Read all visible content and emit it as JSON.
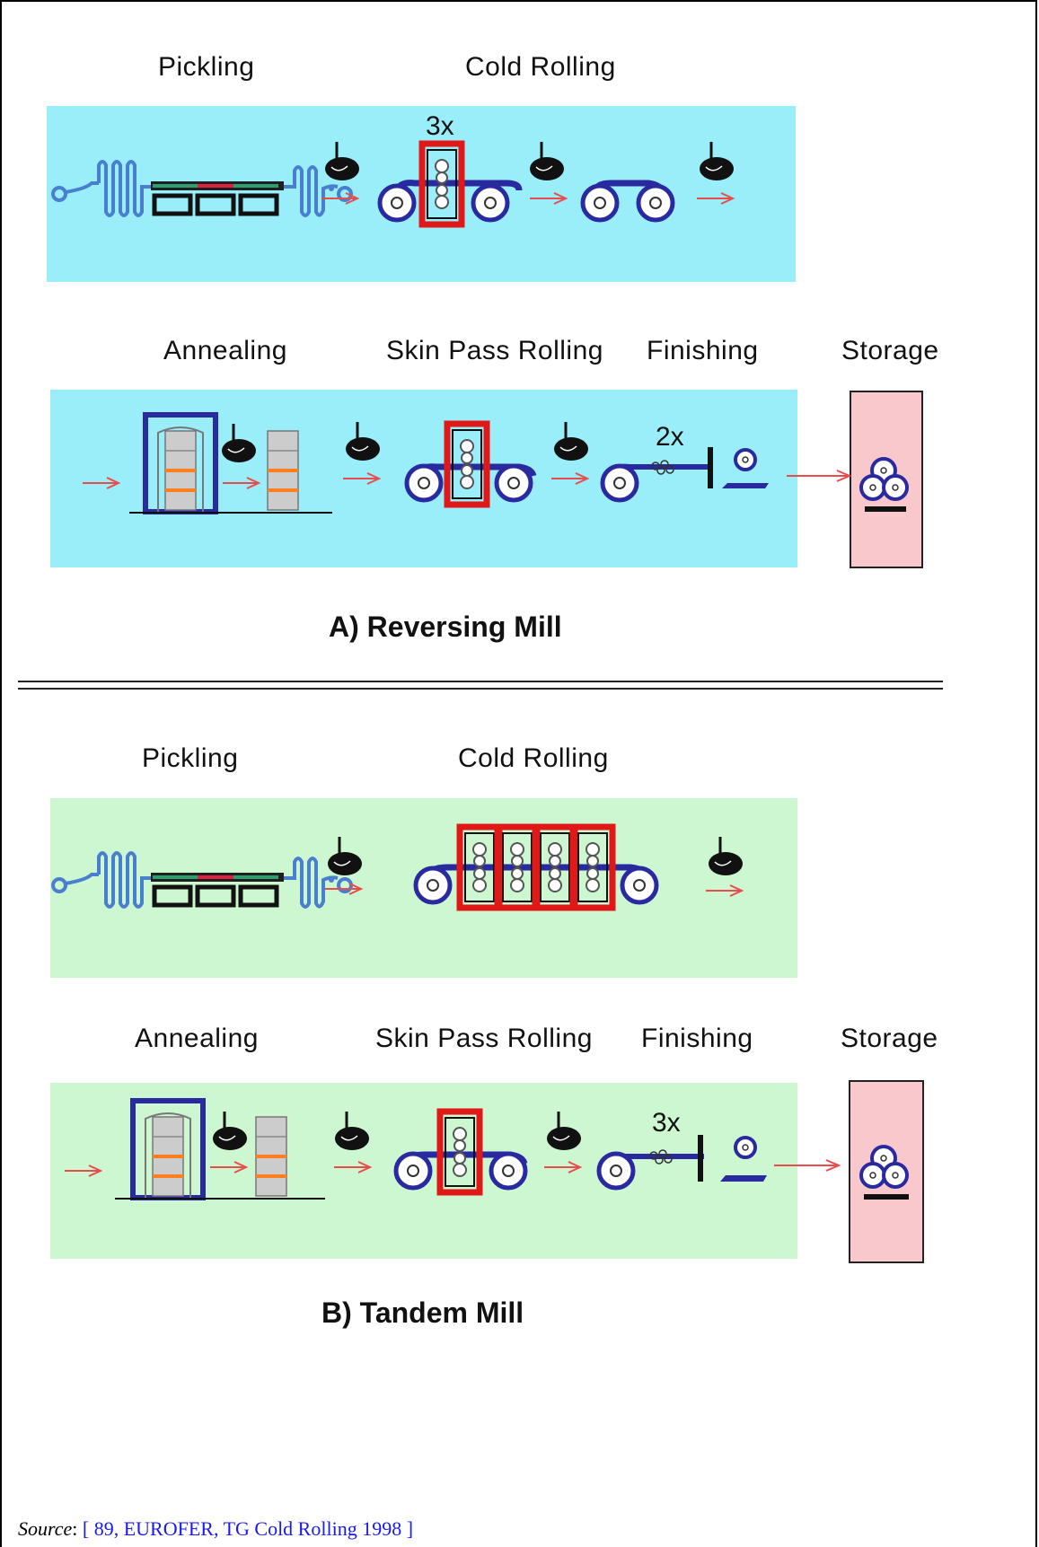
{
  "section_a": {
    "labels": {
      "pickling": "Pickling",
      "cold_rolling": "Cold Rolling",
      "annealing": "Annealing",
      "skin_pass": "Skin Pass Rolling",
      "finishing": "Finishing",
      "storage": "Storage"
    },
    "cold_rolling_passes": "3x",
    "finishing_passes": "2x",
    "caption": "A)  Reversing Mill",
    "panel_color": "#99eefa"
  },
  "section_b": {
    "labels": {
      "pickling": "Pickling",
      "cold_rolling": "Cold Rolling",
      "annealing": "Annealing",
      "skin_pass": "Skin Pass Rolling",
      "finishing": "Finishing",
      "storage": "Storage"
    },
    "finishing_passes": "3x",
    "caption": "B)  Tandem Mill",
    "panel_color": "#ccf7d0"
  },
  "colors": {
    "storage": "#f8c8cc",
    "equipment_blue": "#2a2aa0",
    "pickling_blue": "#4a7fd0",
    "stand_red": "#e01818",
    "arrow": "#e84c4c",
    "anneal_orange": "#ff7f20"
  },
  "source": {
    "label": "Source",
    "sep": ": ",
    "reference": "[ 89, EUROFER, TG Cold Rolling 1998 ]"
  }
}
